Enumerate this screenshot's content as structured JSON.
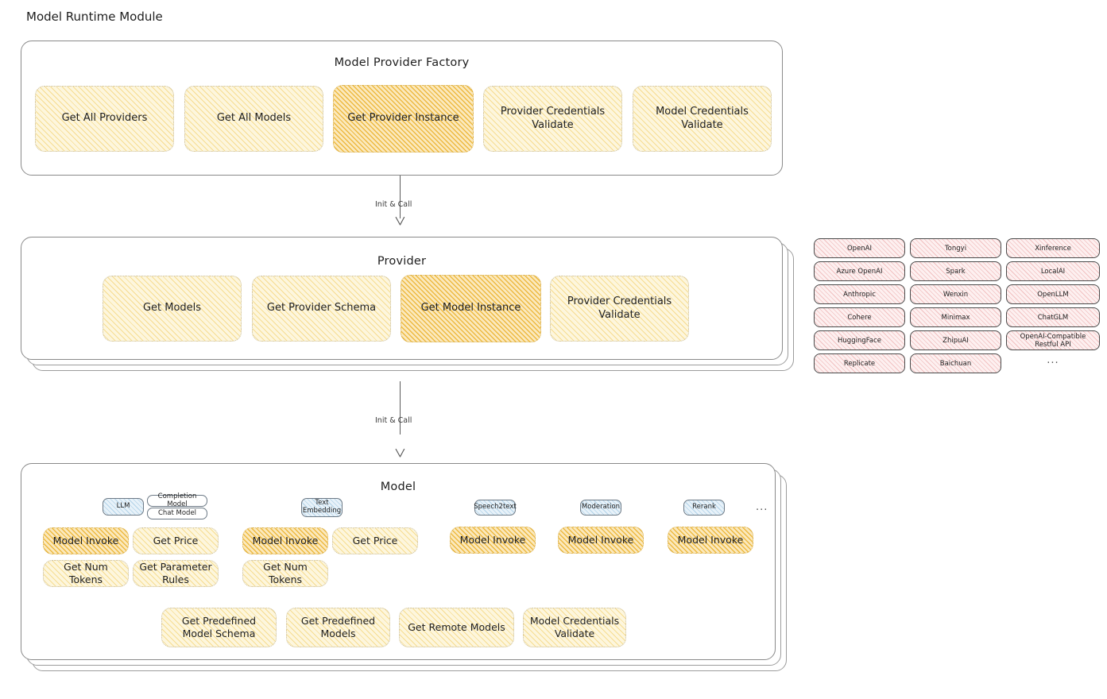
{
  "page": {
    "title": "Model Runtime Module"
  },
  "factory": {
    "title": "Model Provider Factory",
    "nodes": [
      {
        "label": "Get All Providers",
        "highlight": false
      },
      {
        "label": "Get All Models",
        "highlight": false
      },
      {
        "label": "Get Provider Instance",
        "highlight": true
      },
      {
        "label": "Provider Credentials Validate",
        "highlight": false
      },
      {
        "label": "Model Credentials Validate",
        "highlight": false
      }
    ]
  },
  "arrows": [
    {
      "label": "Init & Call"
    },
    {
      "label": "Init & Call"
    }
  ],
  "provider": {
    "title": "Provider",
    "nodes": [
      {
        "label": "Get Models",
        "highlight": false
      },
      {
        "label": "Get Provider Schema",
        "highlight": false
      },
      {
        "label": "Get Model Instance",
        "highlight": true
      },
      {
        "label": "Provider Credentials Validate",
        "highlight": false
      }
    ]
  },
  "provider_list": {
    "columns": [
      {
        "items": [
          "OpenAI",
          "Azure OpenAI",
          "Anthropic",
          "Cohere",
          "HuggingFace",
          "Replicate"
        ]
      },
      {
        "items": [
          "Tongyi",
          "Spark",
          "Wenxin",
          "Minimax",
          "ZhipuAI",
          "Baichuan"
        ]
      },
      {
        "items": [
          "Xinference",
          "LocalAI",
          "OpenLLM",
          "ChatGLM",
          "OpenAI-Compatible Restful API"
        ]
      }
    ],
    "more": "..."
  },
  "model": {
    "title": "Model",
    "more": "...",
    "groups": [
      {
        "tag": "LLM",
        "subtags": [
          "Completion Model",
          "Chat Model"
        ],
        "nodes": [
          {
            "label": "Model Invoke",
            "highlight": true
          },
          {
            "label": "Get Price",
            "highlight": false
          },
          {
            "label": "Get Num Tokens",
            "highlight": false
          },
          {
            "label": "Get Parameter Rules",
            "highlight": false
          }
        ]
      },
      {
        "tag": "Text Embedding",
        "subtags": [],
        "nodes": [
          {
            "label": "Model Invoke",
            "highlight": true
          },
          {
            "label": "Get Price",
            "highlight": false
          },
          {
            "label": "Get Num Tokens",
            "highlight": false
          }
        ]
      },
      {
        "tag": "Speech2text",
        "subtags": [],
        "nodes": [
          {
            "label": "Model Invoke",
            "highlight": true
          }
        ]
      },
      {
        "tag": "Moderation",
        "subtags": [],
        "nodes": [
          {
            "label": "Model Invoke",
            "highlight": true
          }
        ]
      },
      {
        "tag": "Rerank",
        "subtags": [],
        "nodes": [
          {
            "label": "Model Invoke",
            "highlight": true
          }
        ]
      }
    ],
    "common_nodes": [
      {
        "label": "Get Predefined Model Schema"
      },
      {
        "label": "Get Predefined Models"
      },
      {
        "label": "Get Remote Models"
      },
      {
        "label": "Model Credentials Validate"
      }
    ]
  },
  "colors": {
    "node_fill": "#fdf6dd",
    "node_highlight_fill": "#fbe9bd",
    "tag_blue_fill": "#e8f2f9",
    "chip_pink_fill": "#fdf0f0",
    "card_border": "#8a8a8a",
    "text": "#1e1e1e"
  }
}
